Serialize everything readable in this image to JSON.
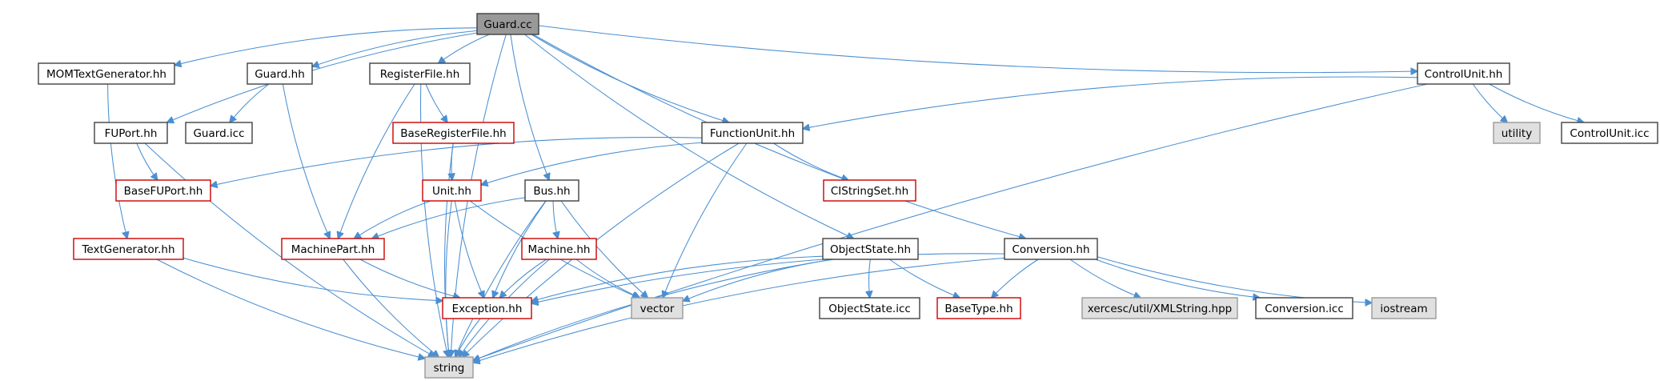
{
  "colors": {
    "edge": "#4a8fd1",
    "root_fill": "#999999",
    "external_fill": "#e0e0e0",
    "external_border": "#999999",
    "normal_border": "#404040",
    "incomplete_border": "#cc0000",
    "background": "#ffffff"
  },
  "nodes": [
    {
      "id": "guard_cc",
      "label": "Guard.cc",
      "kind": "root"
    },
    {
      "id": "momtextgenerator_hh",
      "label": "MOMTextGenerator.hh",
      "kind": "normal"
    },
    {
      "id": "guard_hh",
      "label": "Guard.hh",
      "kind": "normal"
    },
    {
      "id": "registerfile_hh",
      "label": "RegisterFile.hh",
      "kind": "normal"
    },
    {
      "id": "controlunit_hh",
      "label": "ControlUnit.hh",
      "kind": "normal"
    },
    {
      "id": "fuport_hh",
      "label": "FUPort.hh",
      "kind": "normal"
    },
    {
      "id": "guard_icc",
      "label": "Guard.icc",
      "kind": "normal"
    },
    {
      "id": "baseregisterfile_hh",
      "label": "BaseRegisterFile.hh",
      "kind": "incomplete"
    },
    {
      "id": "functionunit_hh",
      "label": "FunctionUnit.hh",
      "kind": "normal"
    },
    {
      "id": "utility",
      "label": "utility",
      "kind": "external"
    },
    {
      "id": "controlunit_icc",
      "label": "ControlUnit.icc",
      "kind": "normal"
    },
    {
      "id": "basefuport_hh",
      "label": "BaseFUPort.hh",
      "kind": "incomplete"
    },
    {
      "id": "unit_hh",
      "label": "Unit.hh",
      "kind": "incomplete"
    },
    {
      "id": "bus_hh",
      "label": "Bus.hh",
      "kind": "normal"
    },
    {
      "id": "cistringset_hh",
      "label": "CIStringSet.hh",
      "kind": "incomplete"
    },
    {
      "id": "textgenerator_hh",
      "label": "TextGenerator.hh",
      "kind": "incomplete"
    },
    {
      "id": "machinepart_hh",
      "label": "MachinePart.hh",
      "kind": "incomplete"
    },
    {
      "id": "machine_hh",
      "label": "Machine.hh",
      "kind": "incomplete"
    },
    {
      "id": "objectstate_hh",
      "label": "ObjectState.hh",
      "kind": "normal"
    },
    {
      "id": "conversion_hh",
      "label": "Conversion.hh",
      "kind": "normal"
    },
    {
      "id": "exception_hh",
      "label": "Exception.hh",
      "kind": "incomplete"
    },
    {
      "id": "vector",
      "label": "vector",
      "kind": "external"
    },
    {
      "id": "objectstate_icc",
      "label": "ObjectState.icc",
      "kind": "normal"
    },
    {
      "id": "basetype_hh",
      "label": "BaseType.hh",
      "kind": "incomplete"
    },
    {
      "id": "xmlstring_hpp",
      "label": "xercesc/util/XMLString.hpp",
      "kind": "external"
    },
    {
      "id": "conversion_icc",
      "label": "Conversion.icc",
      "kind": "normal"
    },
    {
      "id": "iostream",
      "label": "iostream",
      "kind": "external"
    },
    {
      "id": "string",
      "label": "string",
      "kind": "external"
    }
  ],
  "edges": [
    [
      "guard_cc",
      "momtextgenerator_hh"
    ],
    [
      "guard_cc",
      "guard_hh"
    ],
    [
      "guard_cc",
      "registerfile_hh"
    ],
    [
      "guard_cc",
      "controlunit_hh"
    ],
    [
      "guard_cc",
      "fuport_hh"
    ],
    [
      "guard_cc",
      "functionunit_hh"
    ],
    [
      "guard_cc",
      "bus_hh"
    ],
    [
      "guard_cc",
      "objectstate_hh"
    ],
    [
      "guard_cc",
      "conversion_hh"
    ],
    [
      "guard_cc",
      "string"
    ],
    [
      "momtextgenerator_hh",
      "textgenerator_hh"
    ],
    [
      "guard_hh",
      "guard_icc"
    ],
    [
      "guard_hh",
      "machinepart_hh"
    ],
    [
      "registerfile_hh",
      "baseregisterfile_hh"
    ],
    [
      "registerfile_hh",
      "machinepart_hh"
    ],
    [
      "registerfile_hh",
      "string"
    ],
    [
      "controlunit_hh",
      "functionunit_hh"
    ],
    [
      "controlunit_hh",
      "utility"
    ],
    [
      "controlunit_hh",
      "controlunit_icc"
    ],
    [
      "controlunit_hh",
      "string"
    ],
    [
      "fuport_hh",
      "basefuport_hh"
    ],
    [
      "fuport_hh",
      "string"
    ],
    [
      "baseregisterfile_hh",
      "unit_hh"
    ],
    [
      "baseregisterfile_hh",
      "string"
    ],
    [
      "functionunit_hh",
      "basefuport_hh"
    ],
    [
      "functionunit_hh",
      "unit_hh"
    ],
    [
      "functionunit_hh",
      "cistringset_hh"
    ],
    [
      "functionunit_hh",
      "vector"
    ],
    [
      "functionunit_hh",
      "string"
    ],
    [
      "unit_hh",
      "machinepart_hh"
    ],
    [
      "unit_hh",
      "exception_hh"
    ],
    [
      "unit_hh",
      "vector"
    ],
    [
      "unit_hh",
      "string"
    ],
    [
      "bus_hh",
      "machinepart_hh"
    ],
    [
      "bus_hh",
      "machine_hh"
    ],
    [
      "bus_hh",
      "exception_hh"
    ],
    [
      "bus_hh",
      "vector"
    ],
    [
      "bus_hh",
      "string"
    ],
    [
      "textgenerator_hh",
      "exception_hh"
    ],
    [
      "textgenerator_hh",
      "string"
    ],
    [
      "machinepart_hh",
      "exception_hh"
    ],
    [
      "machinepart_hh",
      "string"
    ],
    [
      "machine_hh",
      "exception_hh"
    ],
    [
      "machine_hh",
      "vector"
    ],
    [
      "machine_hh",
      "string"
    ],
    [
      "objectstate_hh",
      "exception_hh"
    ],
    [
      "objectstate_hh",
      "vector"
    ],
    [
      "objectstate_hh",
      "objectstate_icc"
    ],
    [
      "objectstate_hh",
      "basetype_hh"
    ],
    [
      "objectstate_hh",
      "string"
    ],
    [
      "conversion_hh",
      "exception_hh"
    ],
    [
      "conversion_hh",
      "basetype_hh"
    ],
    [
      "conversion_hh",
      "xmlstring_hpp"
    ],
    [
      "conversion_hh",
      "conversion_icc"
    ],
    [
      "conversion_hh",
      "iostream"
    ],
    [
      "conversion_hh",
      "string"
    ],
    [
      "exception_hh",
      "string"
    ]
  ]
}
